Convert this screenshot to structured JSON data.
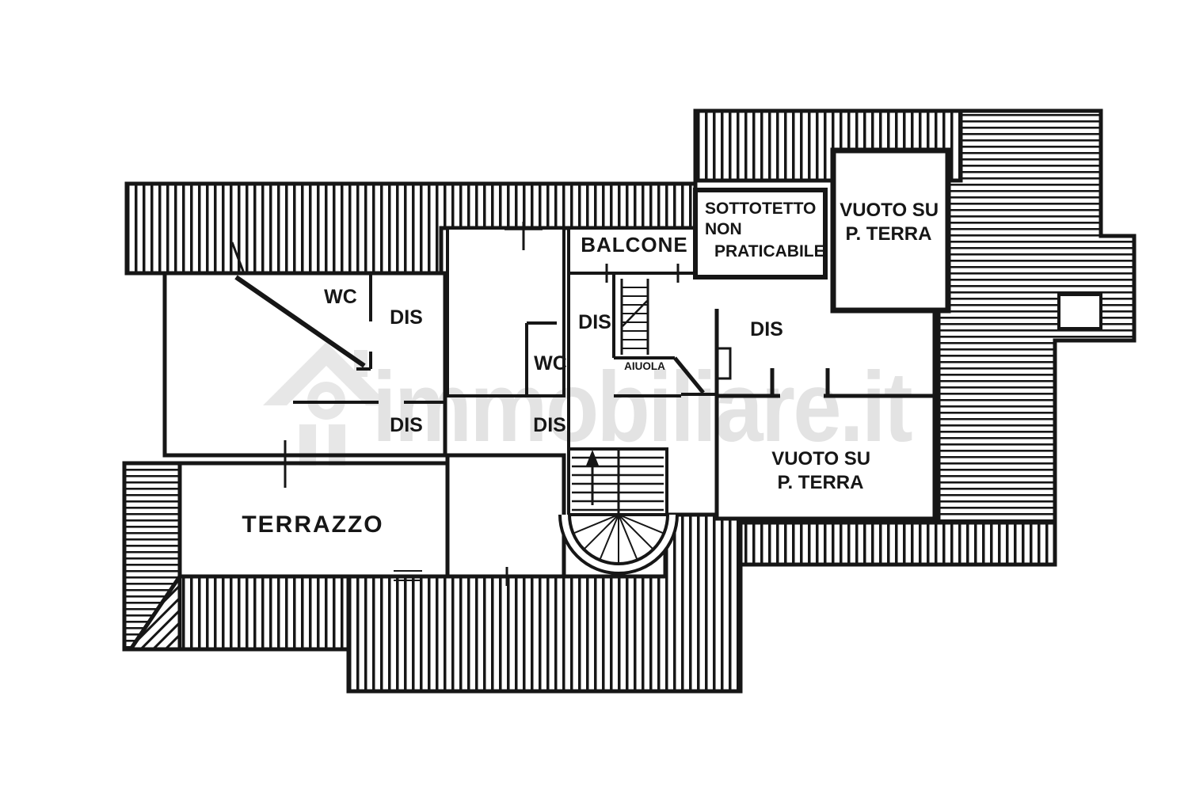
{
  "plan": {
    "watermark": "immobiliare.it",
    "labels": {
      "balcone": "BALCONE",
      "sottotetto": [
        "SOTTOTETTO",
        "NON",
        "PRATICABILE"
      ],
      "vuoto_top": [
        "VUOTO SU",
        "P. TERRA"
      ],
      "vuoto_bottom": [
        "VUOTO SU",
        "P. TERRA"
      ],
      "wc_left": "WC",
      "wc_center": "WC",
      "dis_upper_left": "DIS",
      "dis_center": "DIS",
      "dis_right": "DIS",
      "dis_lower_left": "DIS",
      "dis_lower_center": "DIS",
      "aiuola": "AIUOLA",
      "terrazzo": "TERRAZZO"
    },
    "colors": {
      "ink": "#161616",
      "paper": "#ffffff",
      "watermark": "#e3e3e3"
    }
  }
}
